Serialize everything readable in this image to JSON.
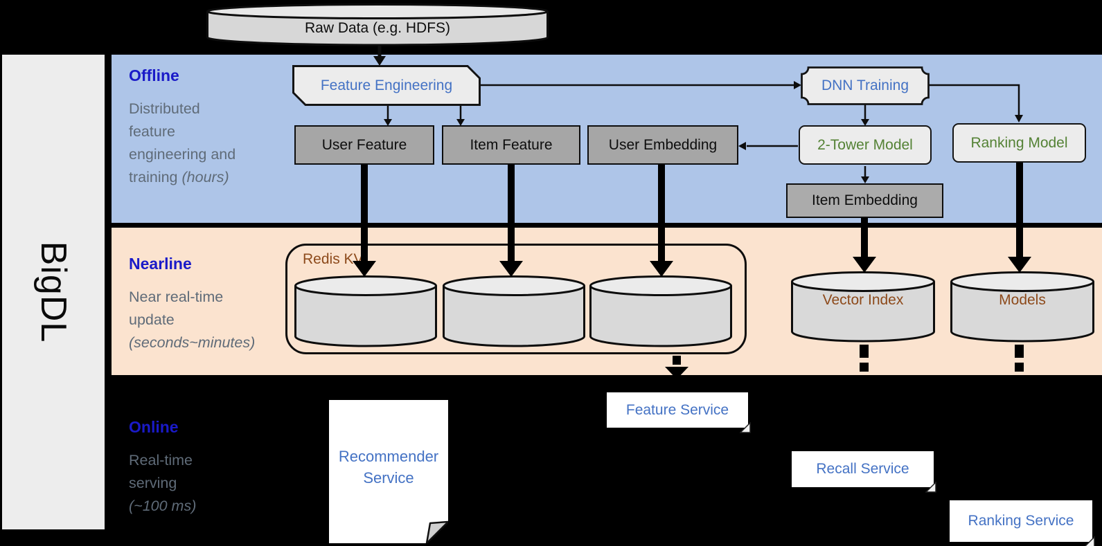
{
  "brand": {
    "label": "BigDL"
  },
  "source_db": {
    "label": "Raw Data (e.g. HDFS)"
  },
  "sections": {
    "offline": {
      "title": "Offline",
      "desc_lines": [
        "Distributed",
        "feature",
        "engineering and",
        "training"
      ],
      "desc_italic": "(hours)"
    },
    "nearline": {
      "title": "Nearline",
      "desc_lines": [
        "Near real-time",
        "update"
      ],
      "desc_italic": "(seconds~minutes)"
    },
    "online": {
      "title": "Online",
      "desc_lines": [
        "Real-time",
        "serving"
      ],
      "desc_italic": "(~100 ms)"
    }
  },
  "nodes": {
    "feature_engineering": "Feature Engineering",
    "dnn_training": "DNN Training",
    "user_feature": "User Feature",
    "item_feature": "Item Feature",
    "user_embedding": "User Embedding",
    "two_tower_model": "2-Tower Model",
    "ranking_model": "Ranking Model",
    "item_embedding": "Item Embedding",
    "redis_kv": "Redis KV",
    "vector_index": "Vector Index",
    "models": "Models",
    "recommender_service_line1": "Recommender",
    "recommender_service_line2": "Service",
    "feature_service": "Feature Service",
    "recall_service": "Recall Service",
    "ranking_service": "Ranking Service"
  },
  "colors": {
    "background": "#000000",
    "band_offline_blue": "#aec5e8",
    "band_nearline_orange": "#fbe3cf",
    "sidebar_gray": "#ededed",
    "section_title_blue": "#1a1ac8",
    "section_desc_gray": "#5f6b78",
    "node_text_blue": "#4472c4",
    "node_text_green": "#548235",
    "node_text_brown": "#8d4a1b",
    "gray_node_fill": "#a6a6a6",
    "light_node_fill": "#ececec",
    "cylinder_fill": "#d9d9d9"
  }
}
